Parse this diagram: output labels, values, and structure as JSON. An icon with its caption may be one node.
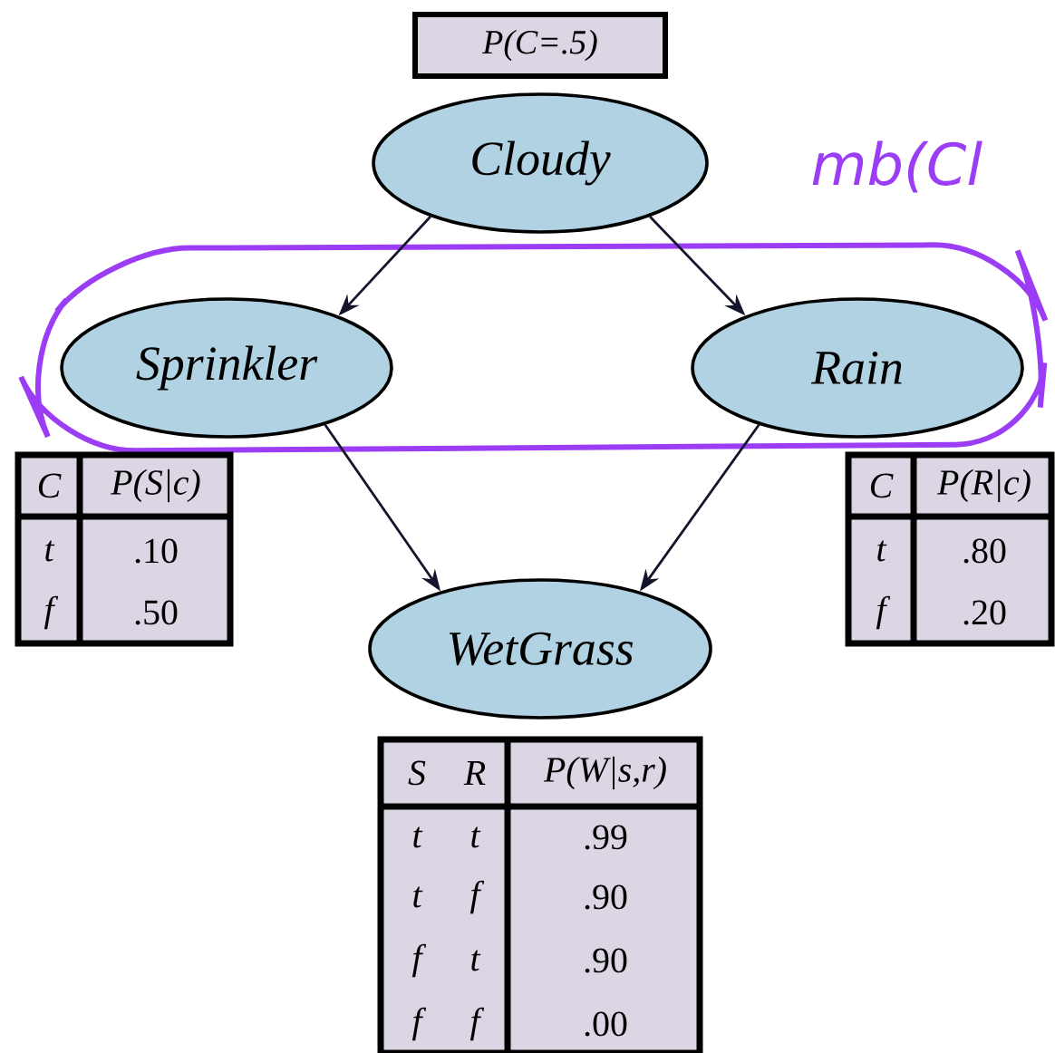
{
  "diagram": {
    "nodes": [
      {
        "text": [
          "Cloudy"
        ]
      },
      {
        "text": [
          "Sprinkler"
        ]
      },
      {
        "text": [
          "Rain"
        ]
      },
      {
        "text": [
          "WetGrass"
        ]
      }
    ],
    "edges": [
      {
        "from": 0,
        "to": 1,
        "arrow": "to"
      },
      {
        "from": 0,
        "to": 2,
        "arrow": "to"
      },
      {
        "from": 1,
        "to": 3,
        "arrow": "to"
      },
      {
        "from": 2,
        "to": 3,
        "arrow": "to"
      }
    ],
    "labels": [
      "P(C=.5)",
      "mb(Cl",
      "C",
      "P(S|c)",
      "t",
      ".10",
      "f",
      ".50",
      "C",
      "P(R|c)",
      "t",
      ".80",
      "f",
      ".20",
      "S",
      "R",
      "P(W|s,r)",
      "t",
      "t",
      ".99",
      "t",
      "f",
      ".90",
      "f",
      "t",
      ".90",
      "f",
      "f",
      ".00"
    ]
  }
}
